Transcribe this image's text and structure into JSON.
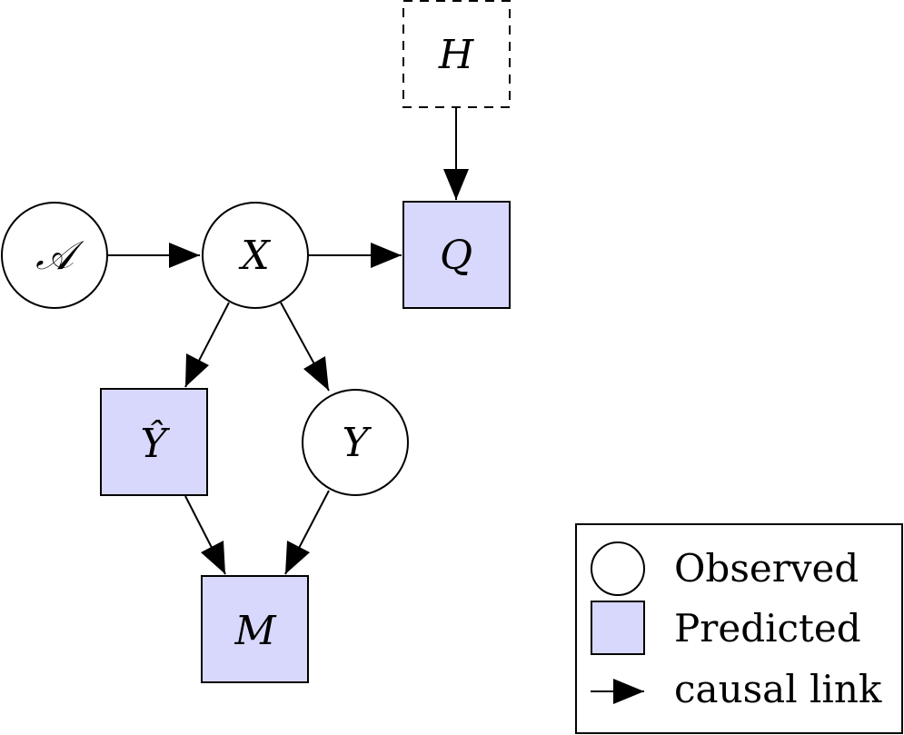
{
  "nodes": {
    "a": {
      "label": "𝒜"
    },
    "x": {
      "label": "X"
    },
    "q": {
      "label": "Q"
    },
    "h": {
      "label": "H"
    },
    "yhat": {
      "label": "Ŷ"
    },
    "y": {
      "label": "Y"
    },
    "m": {
      "label": "M"
    }
  },
  "legend": {
    "observed": "Observed",
    "predicted": "Predicted",
    "causal_link": "causal link"
  },
  "colors": {
    "predicted_fill": "#d8d8fc",
    "stroke": "#000000",
    "background": "#ffffff"
  }
}
